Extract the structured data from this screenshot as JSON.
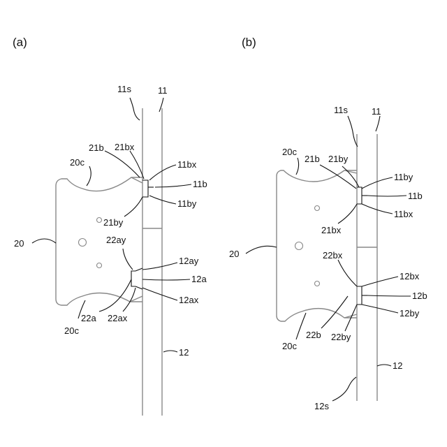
{
  "panels": {
    "a": {
      "tag": "(a)",
      "labels": {
        "11s": "11s",
        "11": "11",
        "21b": "21b",
        "21bx": "21bx",
        "20c_top": "20c",
        "11bx": "11bx",
        "11b": "11b",
        "11by": "11by",
        "21by": "21by",
        "20": "20",
        "22ay": "22ay",
        "12ay": "12ay",
        "12a": "12a",
        "12ax": "12ax",
        "22a": "22a",
        "22ax": "22ax",
        "20c_bottom": "20c",
        "12": "12"
      }
    },
    "b": {
      "tag": "(b)",
      "labels": {
        "11s": "11s",
        "11": "11",
        "20c_top": "20c",
        "21b": "21b",
        "21by": "21by",
        "11by": "11by",
        "11b": "11b",
        "11bx": "11bx",
        "21bx": "21bx",
        "20": "20",
        "22bx": "22bx",
        "12bx": "12bx",
        "12b": "12b",
        "12by": "12by",
        "22b": "22b",
        "22by": "22by",
        "20c_bottom": "20c",
        "12": "12",
        "12s": "12s"
      }
    }
  }
}
